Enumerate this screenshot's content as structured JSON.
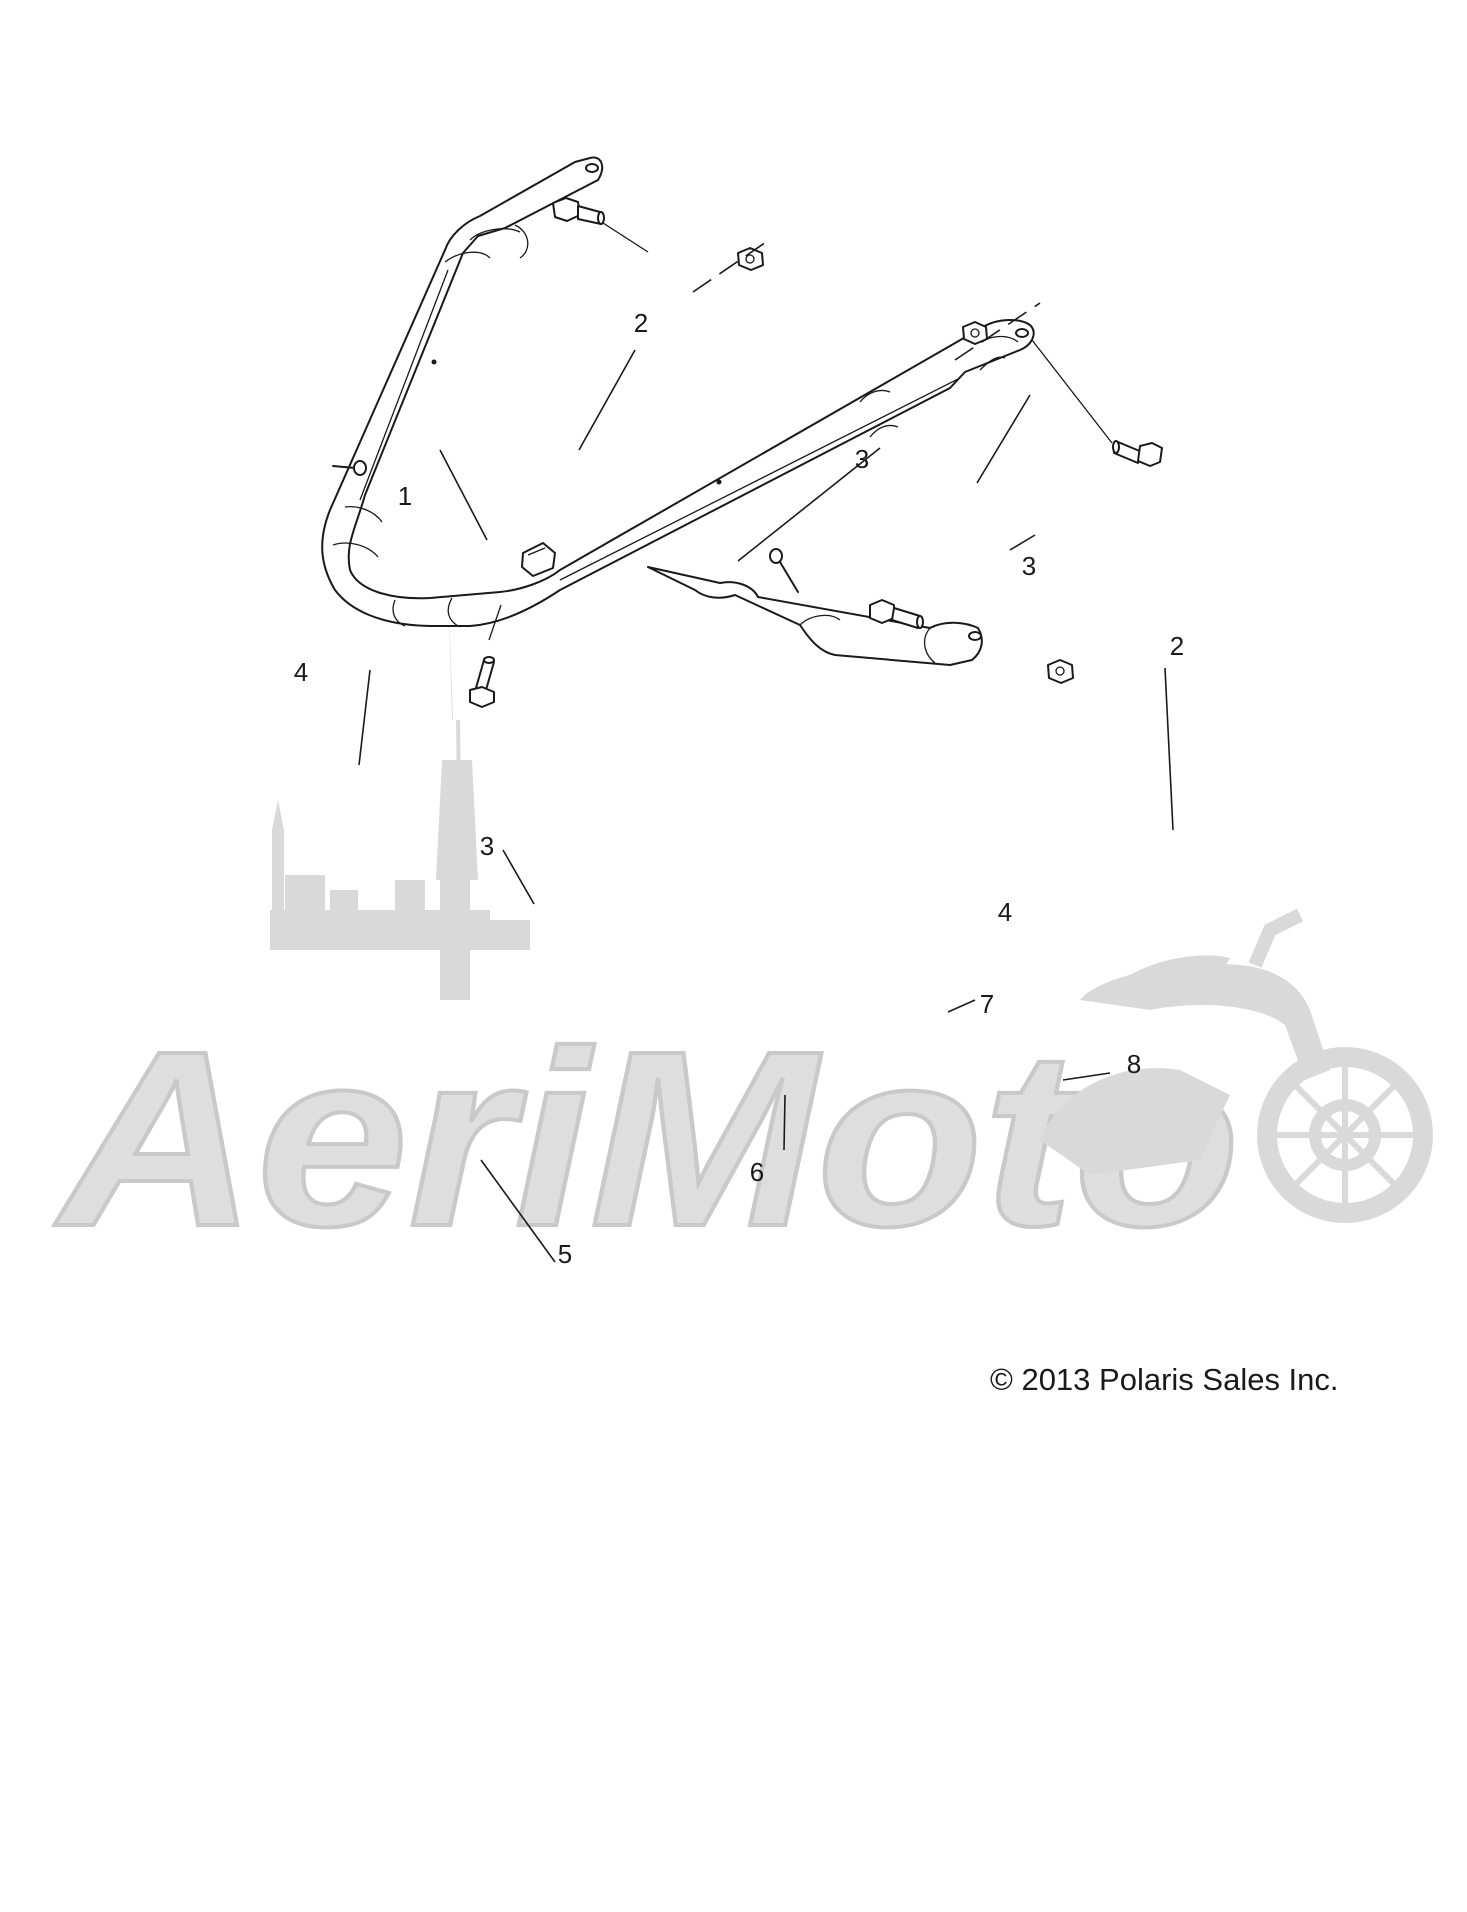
{
  "callouts": [
    {
      "id": "c1",
      "label": "1"
    },
    {
      "id": "c2a",
      "label": "2"
    },
    {
      "id": "c2b",
      "label": "2"
    },
    {
      "id": "c3a",
      "label": "3"
    },
    {
      "id": "c3b",
      "label": "3"
    },
    {
      "id": "c3c",
      "label": "3"
    },
    {
      "id": "c4a",
      "label": "4"
    },
    {
      "id": "c4b",
      "label": "4"
    },
    {
      "id": "c5",
      "label": "5"
    },
    {
      "id": "c6",
      "label": "6"
    },
    {
      "id": "c7",
      "label": "7"
    },
    {
      "id": "c8",
      "label": "8"
    }
  ],
  "copyright": "© 2013 Polaris Sales Inc.",
  "watermark": {
    "text": "AeriMoto",
    "color": "#d9d9d9"
  },
  "colors": {
    "line": "#1a1a1a",
    "background": "#ffffff"
  }
}
